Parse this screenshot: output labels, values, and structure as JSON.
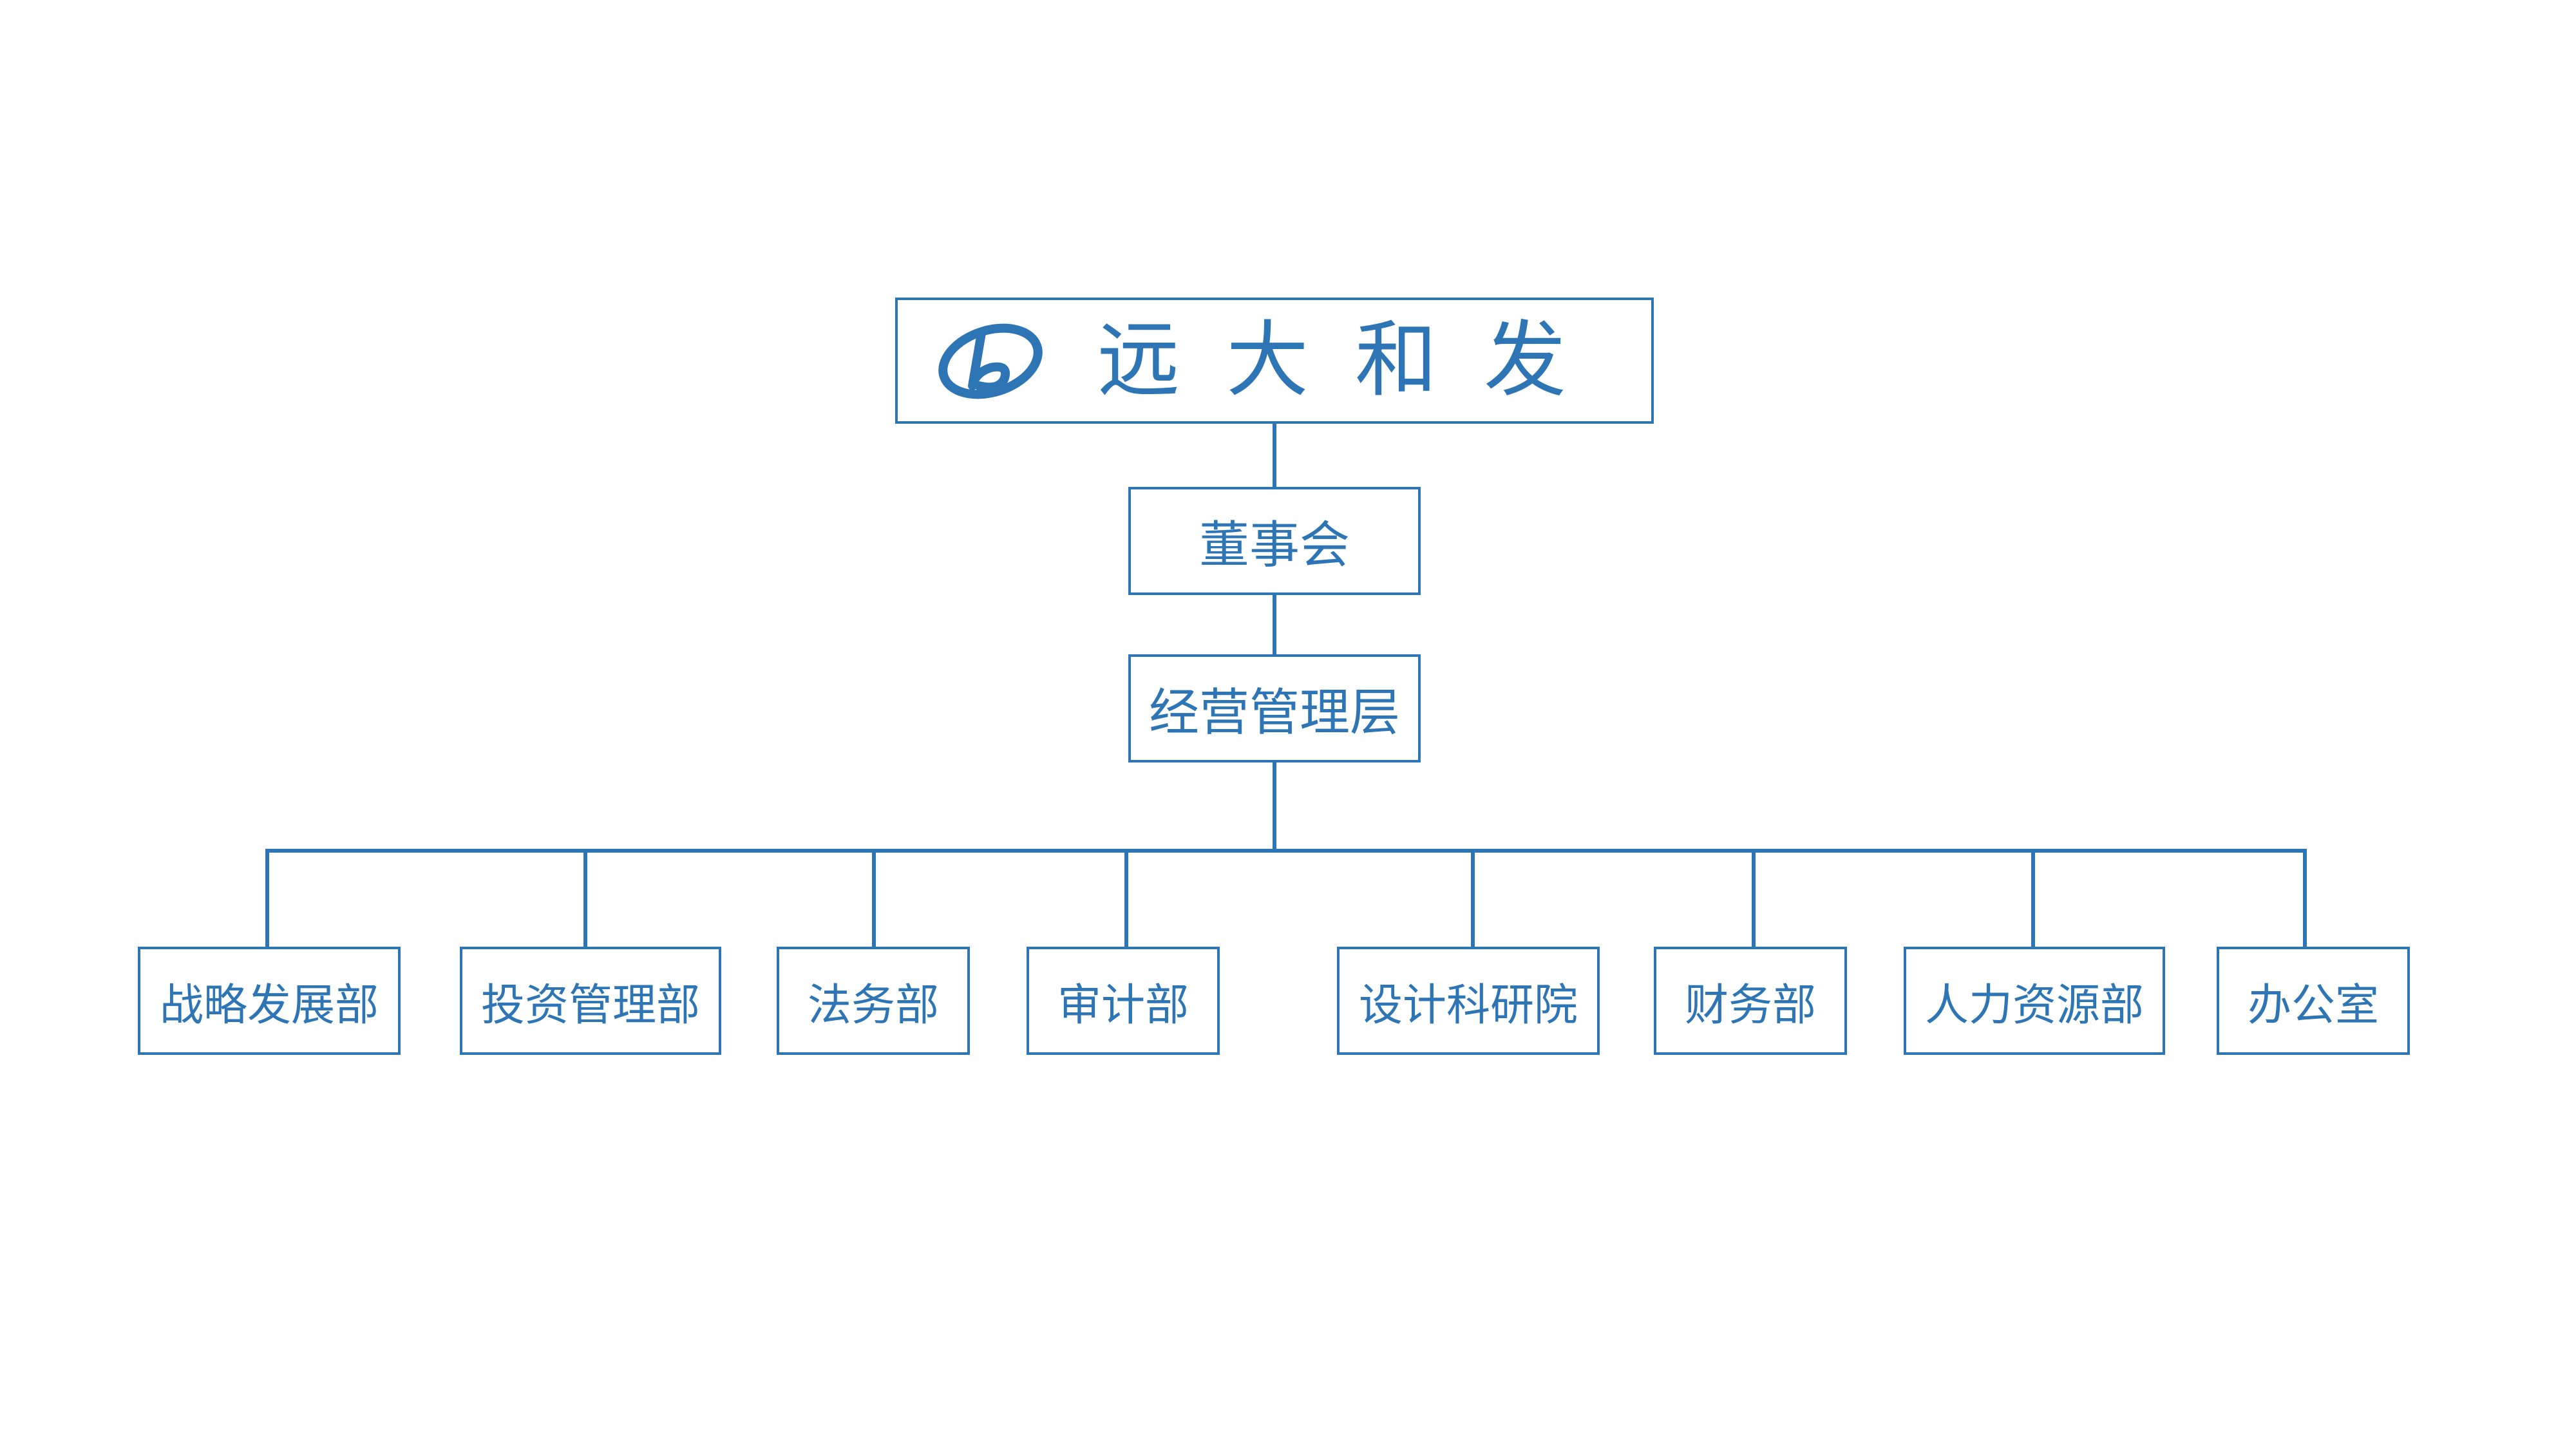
{
  "company": {
    "name": "远大和发",
    "logo_icon": "company-logo-icon"
  },
  "board": {
    "label": "董事会"
  },
  "management": {
    "label": "经营管理层"
  },
  "departments": [
    {
      "label": "战略发展部"
    },
    {
      "label": "投资管理部"
    },
    {
      "label": "法务部"
    },
    {
      "label": "审计部"
    },
    {
      "label": "设计科研院"
    },
    {
      "label": "财务部"
    },
    {
      "label": "人力资源部"
    },
    {
      "label": "办公室"
    }
  ],
  "colors": {
    "accent": "#2e75b6",
    "background": "#ffffff"
  }
}
